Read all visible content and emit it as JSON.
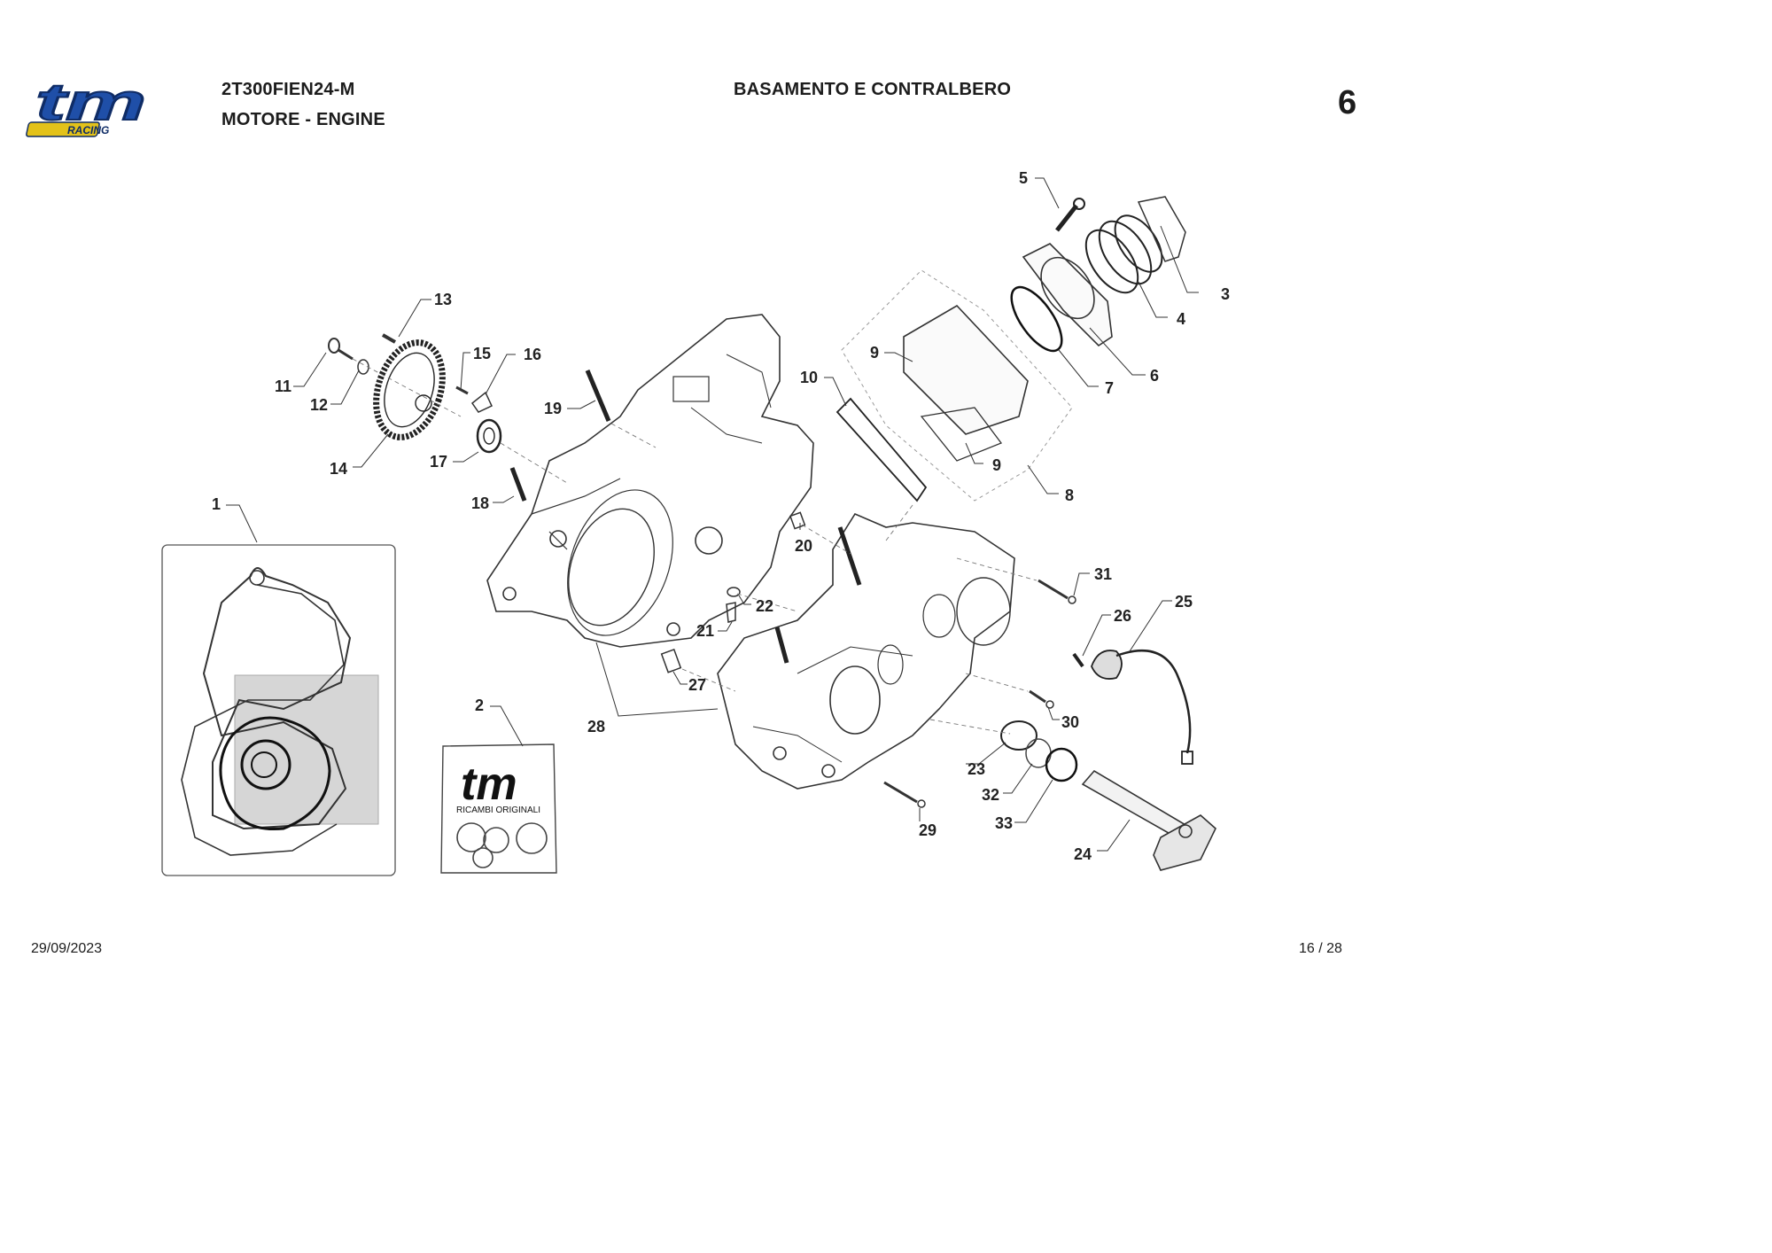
{
  "header": {
    "model_code": "2T300FIEN24-M",
    "group": "MOTORE - ENGINE",
    "section_title": "BASAMENTO E CONTRALBERO",
    "section_number": "6"
  },
  "logo": {
    "brand": "tm",
    "tagline": "RACING",
    "colors": {
      "primary": "#1f4fa8",
      "accent": "#e3c21a"
    }
  },
  "kit_bag": {
    "brand": "tm",
    "text": "RICAMBI ORIGINALI"
  },
  "footer": {
    "date": "29/09/2023",
    "page": "16 / 28"
  },
  "callouts": {
    "c1": "1",
    "c2": "2",
    "c3": "3",
    "c4": "4",
    "c5": "5",
    "c6": "6",
    "c7": "7",
    "c8": "8",
    "c9a": "9",
    "c9b": "9",
    "c10": "10",
    "c11": "11",
    "c12": "12",
    "c13": "13",
    "c14": "14",
    "c15": "15",
    "c16": "16",
    "c17": "17",
    "c18": "18",
    "c19": "19",
    "c20": "20",
    "c21": "21",
    "c22": "22",
    "c23": "23",
    "c24": "24",
    "c25": "25",
    "c26": "26",
    "c27": "27",
    "c28": "28",
    "c29": "29",
    "c30": "30",
    "c31": "31",
    "c32": "32",
    "c33": "33"
  }
}
